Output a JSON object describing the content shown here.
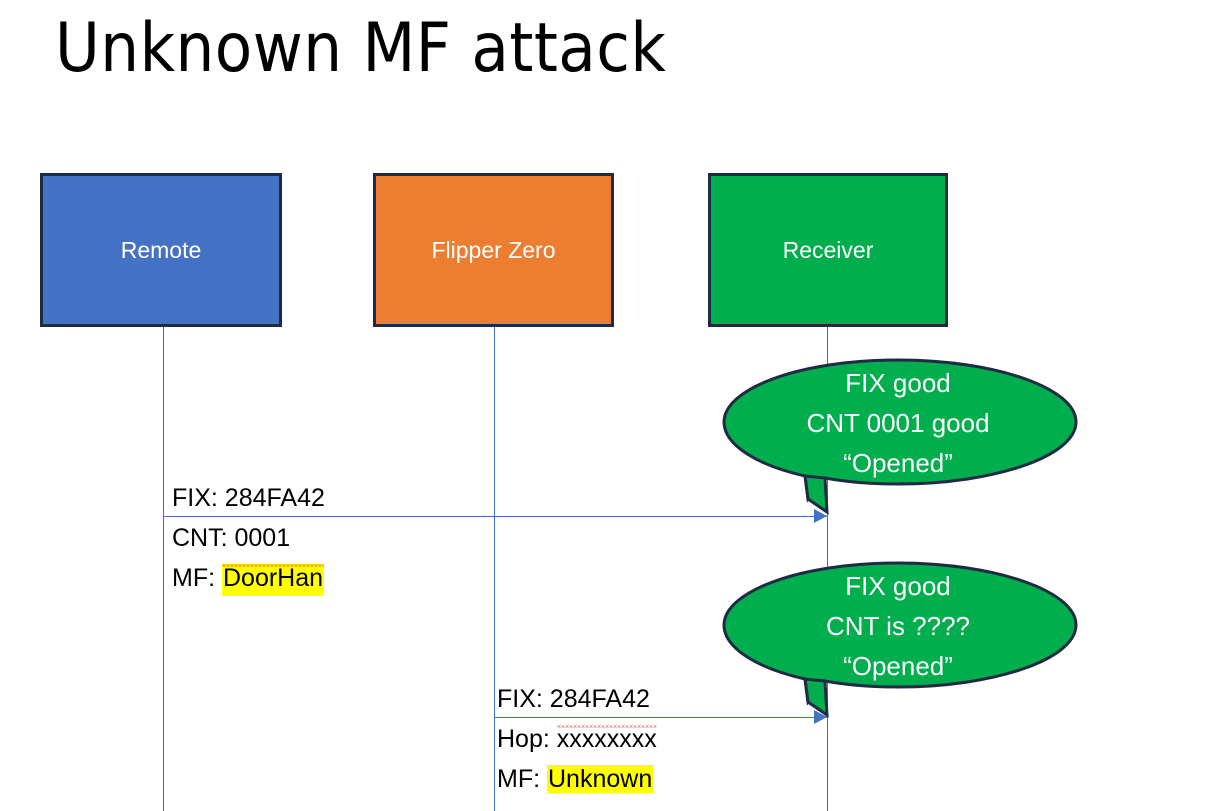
{
  "slide": {
    "title": "Unknown MF attack",
    "background_color": "#FFFFFF"
  },
  "colors": {
    "remote_blue": "#4472C4",
    "flipper_orange": "#ED7D31",
    "receiver_green": "#00AE4D",
    "box_border_navy": "#1F2A44",
    "arrow_blue": "#4472C4",
    "highlight_yellow": "#FFFF00",
    "spellcheck_red": "#E03020",
    "bubble_text_white": "#FFFFFF"
  },
  "actors": [
    {
      "id": "remote",
      "label": "Remote"
    },
    {
      "id": "flipper",
      "label": "Flipper Zero"
    },
    {
      "id": "receiver",
      "label": "Receiver"
    }
  ],
  "messages": [
    {
      "id": "msg1",
      "from": "remote",
      "to": "receiver",
      "lines": [
        {
          "prefix": "FIX: ",
          "value": "284FA42",
          "highlight": false,
          "spellcheck_underline": false
        },
        {
          "prefix": "CNT: ",
          "value": "0001",
          "highlight": false,
          "spellcheck_underline": false
        },
        {
          "prefix": "MF: ",
          "value": "DoorHan",
          "highlight": true,
          "spellcheck_underline": true
        }
      ]
    },
    {
      "id": "msg2",
      "from": "flipper",
      "to": "receiver",
      "lines": [
        {
          "prefix": "FIX: ",
          "value": "284FA42",
          "highlight": false,
          "spellcheck_underline": false
        },
        {
          "prefix": "Hop: ",
          "value": "xxxxxxxx",
          "highlight": false,
          "spellcheck_underline": true
        },
        {
          "prefix": "MF: ",
          "value": "Unknown",
          "highlight": true,
          "spellcheck_underline": false
        }
      ]
    }
  ],
  "bubbles": [
    {
      "id": "bubble1",
      "anchor": "receiver",
      "lines": [
        "FIX good",
        "CNT 0001 good",
        "“Opened”"
      ]
    },
    {
      "id": "bubble2",
      "anchor": "receiver",
      "lines": [
        "FIX good",
        "CNT is ????",
        "“Opened”"
      ]
    }
  ]
}
